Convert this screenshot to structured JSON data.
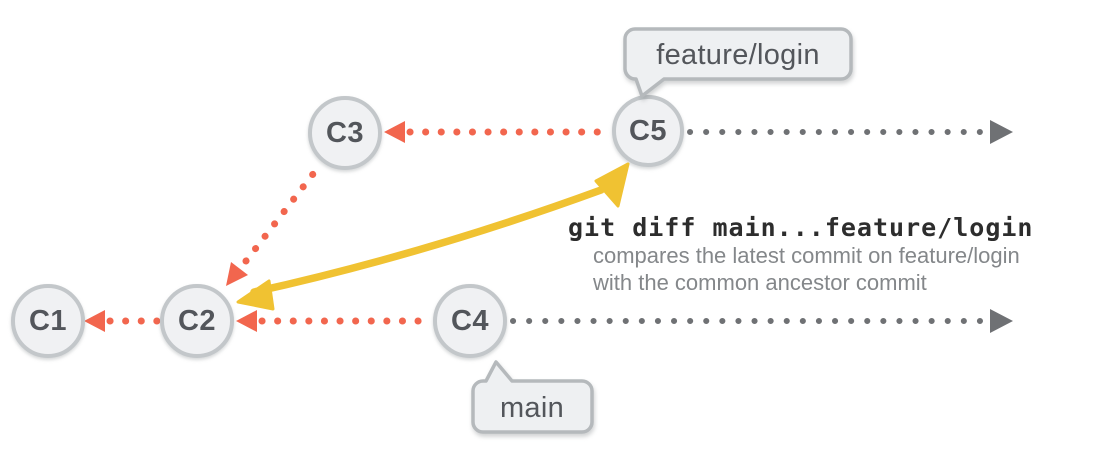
{
  "colors": {
    "red": "#f2664e",
    "yellow": "#f0c232",
    "gray": "#6f7174",
    "node-fill": "#f0f1f3",
    "node-border": "#c3c7ca",
    "node-text": "#53565b",
    "bubble-fill": "#eef0f2",
    "bubble-border": "#b5b9bc",
    "code-text": "#2d2d2d",
    "desc-text": "#84878a"
  },
  "nodes": [
    {
      "id": "C1",
      "label": "C1"
    },
    {
      "id": "C2",
      "label": "C2"
    },
    {
      "id": "C3",
      "label": "C3"
    },
    {
      "id": "C4",
      "label": "C4"
    },
    {
      "id": "C5",
      "label": "C5"
    }
  ],
  "edges": [
    {
      "from": "C2",
      "to": "C1",
      "style": "dotted",
      "color": "red"
    },
    {
      "from": "C3",
      "to": "C2",
      "style": "dotted",
      "color": "red"
    },
    {
      "from": "C4",
      "to": "C2",
      "style": "dotted",
      "color": "red"
    },
    {
      "from": "C5",
      "to": "C3",
      "style": "dotted",
      "color": "red"
    },
    {
      "from": "C5",
      "direction": "right-continuation",
      "style": "dotted",
      "color": "gray"
    },
    {
      "from": "C4",
      "direction": "right-continuation",
      "style": "dotted",
      "color": "gray"
    }
  ],
  "comparison_arrow": {
    "type": "double-headed",
    "between": [
      "C2",
      "C5"
    ],
    "color": "yellow"
  },
  "branch_labels": {
    "feature": "feature/login",
    "main": "main"
  },
  "annotation": {
    "command": "git diff main...feature/login",
    "line1": "compares the latest commit on feature/login",
    "line2": "with the common ancestor commit"
  }
}
